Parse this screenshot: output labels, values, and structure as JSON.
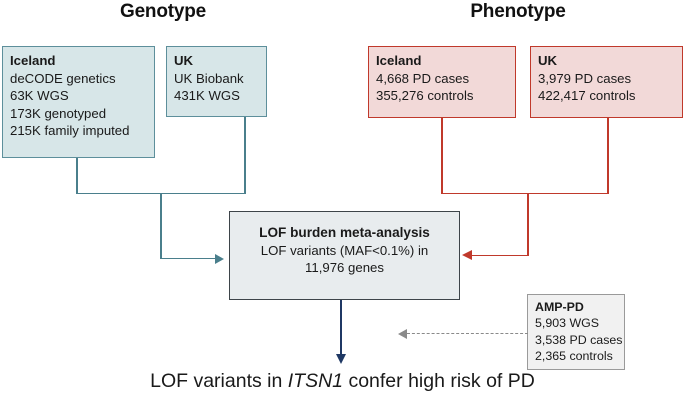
{
  "titles": {
    "genotype": "Genotype",
    "phenotype": "Phenotype"
  },
  "colors": {
    "genotype_fill": "#d7e6e8",
    "genotype_border": "#5d8f9b",
    "phenotype_fill": "#f2d9d8",
    "phenotype_border": "#c0392b",
    "meta_fill": "#e8ecee",
    "meta_border": "#3d4449",
    "amp_fill": "#f1f1f1",
    "amp_border": "#9a9a9a",
    "bottom_arrow": "#1f3864",
    "dashed_arrow": "#8a8a8a"
  },
  "genotype": {
    "iceland": {
      "header": "Iceland",
      "lines": [
        "deCODE genetics",
        "63K WGS",
        "173K genotyped",
        "215K family imputed"
      ]
    },
    "uk": {
      "header": "UK",
      "lines": [
        "UK Biobank",
        "431K WGS"
      ]
    }
  },
  "phenotype": {
    "iceland": {
      "header": "Iceland",
      "lines": [
        "4,668 PD cases",
        "355,276 controls"
      ]
    },
    "uk": {
      "header": "UK",
      "lines": [
        "3,979 PD cases",
        "422,417 controls"
      ]
    }
  },
  "meta_analysis": {
    "header": "LOF burden meta-analysis",
    "lines": [
      "LOF variants (MAF<0.1%) in",
      "11,976 genes"
    ]
  },
  "amp_pd": {
    "header": "AMP-PD",
    "lines": [
      "5,903 WGS",
      "3,538 PD cases",
      "2,365 controls"
    ]
  },
  "conclusion": {
    "prefix": "LOF variants in ",
    "gene": "ITSN1",
    "suffix": " confer high risk of PD"
  }
}
